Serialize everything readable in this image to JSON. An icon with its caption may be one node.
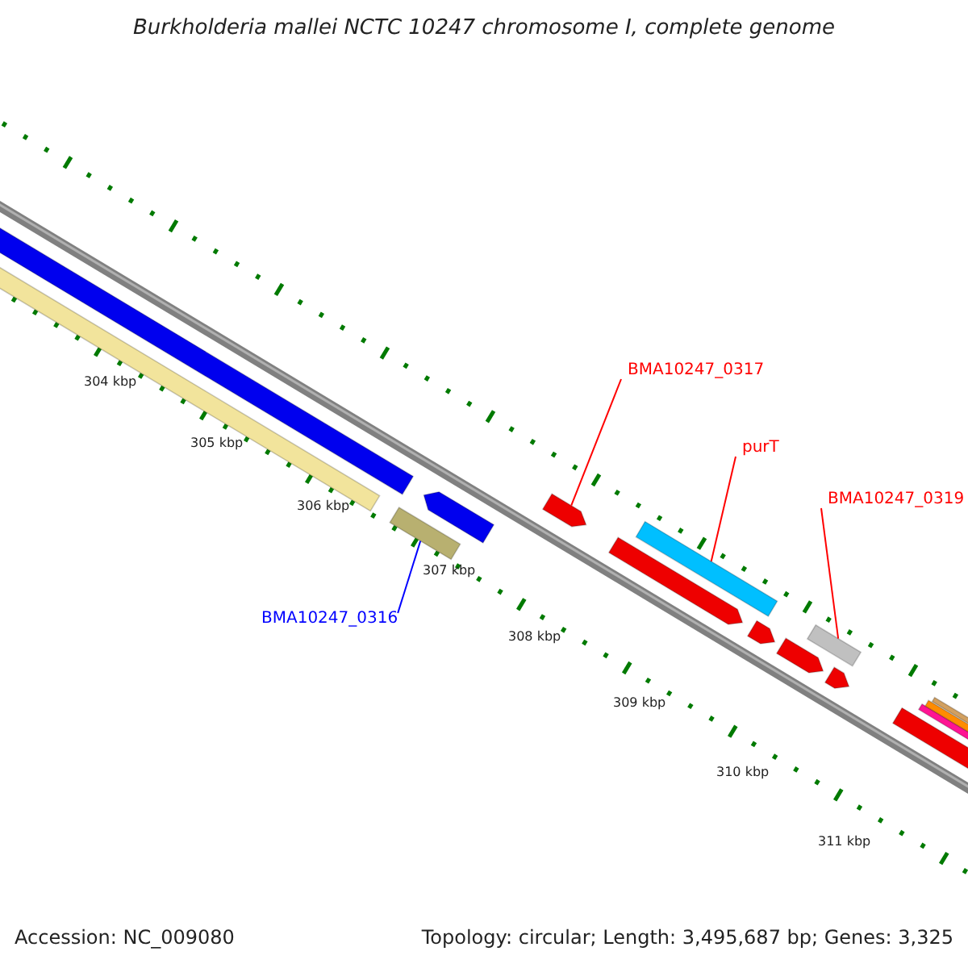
{
  "diagram": {
    "title": "Burkholderia mallei NCTC 10247 chromosome I, complete genome",
    "nodes": [
      {
        "text": [
          "BMA10247_0317"
        ]
      },
      {
        "text": [
          "purT"
        ]
      },
      {
        "text": [
          "BMA10247_0319"
        ]
      },
      {
        "text": [
          "BMA10247_0316"
        ]
      },
      {
        "text": [],
        "shape": "bar"
      },
      {
        "text": [],
        "shape": "bar"
      },
      {
        "text": [],
        "shape": "bar"
      },
      {
        "text": [],
        "shape": "pentagon"
      },
      {
        "text": [],
        "shape": "pentagon"
      },
      {
        "text": [],
        "shape": "pentagon"
      },
      {
        "text": [],
        "shape": "bar"
      },
      {
        "text": [],
        "shape": "pentagon"
      },
      {
        "text": [],
        "shape": "pentagon"
      },
      {
        "text": [],
        "shape": "bar"
      },
      {
        "text": [],
        "shape": "pentagon"
      },
      {
        "text": [],
        "shape": "bar"
      },
      {
        "text": [],
        "shape": "bar"
      },
      {
        "text": [],
        "shape": "bar"
      },
      {
        "text": [],
        "shape": "bar"
      }
    ],
    "edges": [
      {
        "from": 0,
        "to": 8,
        "arrow": "none"
      },
      {
        "from": 1,
        "to": 10,
        "arrow": "none"
      },
      {
        "from": 2,
        "to": 13,
        "arrow": "none"
      },
      {
        "from": 3,
        "to": 6,
        "arrow": "none",
        "color": "#0000ff"
      }
    ],
    "labels": [
      "304 kbp",
      "305 kbp",
      "306 kbp",
      "307 kbp",
      "308 kbp",
      "309 kbp",
      "310 kbp",
      "311 kbp",
      "Accession: NC_009080",
      "Topology: circular; Length: 3,495,687 bp; Genes: 3,325"
    ]
  }
}
